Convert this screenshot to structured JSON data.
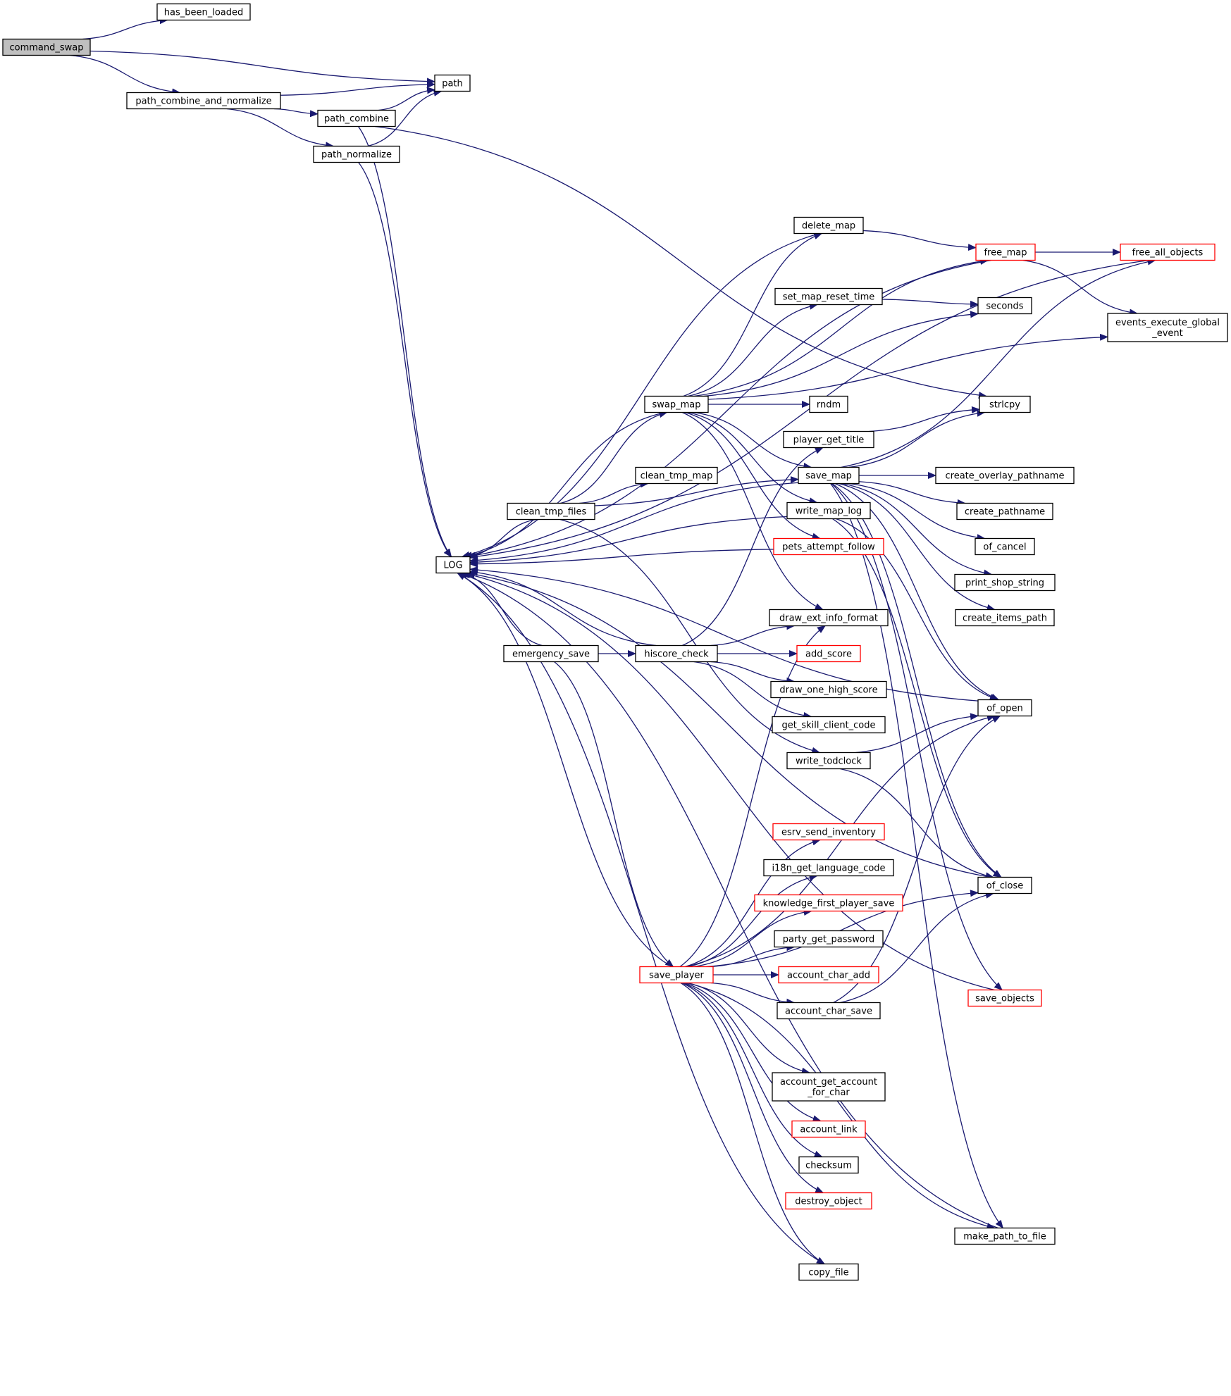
{
  "diagram": {
    "nodes": [
      {
        "id": "command_swap",
        "label": "command_swap",
        "style": "root"
      },
      {
        "id": "has_been_loaded",
        "label": "has_been_loaded",
        "style": "normal"
      },
      {
        "id": "path",
        "label": "path",
        "style": "normal"
      },
      {
        "id": "path_combine_and_normalize",
        "label": "path_combine_and_normalize",
        "style": "normal"
      },
      {
        "id": "path_combine",
        "label": "path_combine",
        "style": "normal"
      },
      {
        "id": "path_normalize",
        "label": "path_normalize",
        "style": "normal"
      },
      {
        "id": "LOG",
        "label": "LOG",
        "style": "normal"
      },
      {
        "id": "strlcpy",
        "label": "strlcpy",
        "style": "normal"
      },
      {
        "id": "delete_map",
        "label": "delete_map",
        "style": "normal"
      },
      {
        "id": "free_map",
        "label": "free_map",
        "style": "red"
      },
      {
        "id": "free_all_objects",
        "label": "free_all_objects",
        "style": "red"
      },
      {
        "id": "set_map_reset_time",
        "label": "set_map_reset_time",
        "style": "normal"
      },
      {
        "id": "seconds",
        "label": "seconds",
        "style": "normal"
      },
      {
        "id": "events_execute_global_event",
        "label": "events_execute_global\n_event",
        "style": "normal"
      },
      {
        "id": "swap_map",
        "label": "swap_map",
        "style": "normal"
      },
      {
        "id": "rndm",
        "label": "rndm",
        "style": "normal"
      },
      {
        "id": "player_get_title",
        "label": "player_get_title",
        "style": "normal"
      },
      {
        "id": "clean_tmp_map",
        "label": "clean_tmp_map",
        "style": "normal"
      },
      {
        "id": "save_map",
        "label": "save_map",
        "style": "normal"
      },
      {
        "id": "create_overlay_pathname",
        "label": "create_overlay_pathname",
        "style": "normal"
      },
      {
        "id": "clean_tmp_files",
        "label": "clean_tmp_files",
        "style": "normal"
      },
      {
        "id": "write_map_log",
        "label": "write_map_log",
        "style": "normal"
      },
      {
        "id": "create_pathname",
        "label": "create_pathname",
        "style": "normal"
      },
      {
        "id": "pets_attempt_follow",
        "label": "pets_attempt_follow",
        "style": "red"
      },
      {
        "id": "of_cancel",
        "label": "of_cancel",
        "style": "normal"
      },
      {
        "id": "print_shop_string",
        "label": "print_shop_string",
        "style": "normal"
      },
      {
        "id": "draw_ext_info_format",
        "label": "draw_ext_info_format",
        "style": "normal"
      },
      {
        "id": "create_items_path",
        "label": "create_items_path",
        "style": "normal"
      },
      {
        "id": "emergency_save",
        "label": "emergency_save",
        "style": "normal"
      },
      {
        "id": "hiscore_check",
        "label": "hiscore_check",
        "style": "normal"
      },
      {
        "id": "add_score",
        "label": "add_score",
        "style": "red"
      },
      {
        "id": "draw_one_high_score",
        "label": "draw_one_high_score",
        "style": "normal"
      },
      {
        "id": "of_open",
        "label": "of_open",
        "style": "normal"
      },
      {
        "id": "get_skill_client_code",
        "label": "get_skill_client_code",
        "style": "normal"
      },
      {
        "id": "write_todclock",
        "label": "write_todclock",
        "style": "normal"
      },
      {
        "id": "esrv_send_inventory",
        "label": "esrv_send_inventory",
        "style": "red"
      },
      {
        "id": "i18n_get_language_code",
        "label": "i18n_get_language_code",
        "style": "normal"
      },
      {
        "id": "of_close",
        "label": "of_close",
        "style": "normal"
      },
      {
        "id": "knowledge_first_player_save",
        "label": "knowledge_first_player_save",
        "style": "red"
      },
      {
        "id": "party_get_password",
        "label": "party_get_password",
        "style": "normal"
      },
      {
        "id": "save_player",
        "label": "save_player",
        "style": "red"
      },
      {
        "id": "account_char_add",
        "label": "account_char_add",
        "style": "red"
      },
      {
        "id": "save_objects",
        "label": "save_objects",
        "style": "red"
      },
      {
        "id": "account_char_save",
        "label": "account_char_save",
        "style": "normal"
      },
      {
        "id": "account_get_account_for_char",
        "label": "account_get_account\n_for_char",
        "style": "normal"
      },
      {
        "id": "account_link",
        "label": "account_link",
        "style": "red"
      },
      {
        "id": "checksum",
        "label": "checksum",
        "style": "normal"
      },
      {
        "id": "destroy_object",
        "label": "destroy_object",
        "style": "red"
      },
      {
        "id": "make_path_to_file",
        "label": "make_path_to_file",
        "style": "normal"
      },
      {
        "id": "copy_file",
        "label": "copy_file",
        "style": "normal"
      }
    ],
    "edges": [
      {
        "from": "command_swap",
        "to": "has_been_loaded"
      },
      {
        "from": "command_swap",
        "to": "path"
      },
      {
        "from": "command_swap",
        "to": "path_combine_and_normalize"
      },
      {
        "from": "path_combine_and_normalize",
        "to": "path"
      },
      {
        "from": "path_combine_and_normalize",
        "to": "path_combine"
      },
      {
        "from": "path_combine_and_normalize",
        "to": "path_normalize"
      },
      {
        "from": "path_combine",
        "to": "path"
      },
      {
        "from": "path_combine",
        "to": "LOG"
      },
      {
        "from": "path_combine",
        "to": "strlcpy"
      },
      {
        "from": "path_normalize",
        "to": "path"
      },
      {
        "from": "path_normalize",
        "to": "LOG"
      },
      {
        "from": "clean_tmp_files",
        "to": "LOG"
      },
      {
        "from": "clean_tmp_files",
        "to": "swap_map"
      },
      {
        "from": "clean_tmp_files",
        "to": "clean_tmp_map"
      },
      {
        "from": "clean_tmp_files",
        "to": "save_map"
      },
      {
        "from": "clean_tmp_files",
        "to": "write_todclock"
      },
      {
        "from": "swap_map",
        "to": "LOG"
      },
      {
        "from": "swap_map",
        "to": "delete_map"
      },
      {
        "from": "swap_map",
        "to": "free_map"
      },
      {
        "from": "swap_map",
        "to": "set_map_reset_time"
      },
      {
        "from": "swap_map",
        "to": "seconds"
      },
      {
        "from": "swap_map",
        "to": "events_execute_global_event"
      },
      {
        "from": "swap_map",
        "to": "rndm"
      },
      {
        "from": "swap_map",
        "to": "save_map"
      },
      {
        "from": "swap_map",
        "to": "write_map_log"
      },
      {
        "from": "swap_map",
        "to": "pets_attempt_follow"
      },
      {
        "from": "swap_map",
        "to": "draw_ext_info_format"
      },
      {
        "from": "delete_map",
        "to": "LOG"
      },
      {
        "from": "delete_map",
        "to": "free_map"
      },
      {
        "from": "free_map",
        "to": "LOG"
      },
      {
        "from": "free_map",
        "to": "free_all_objects"
      },
      {
        "from": "free_map",
        "to": "events_execute_global_event"
      },
      {
        "from": "free_all_objects",
        "to": "LOG"
      },
      {
        "from": "set_map_reset_time",
        "to": "seconds"
      },
      {
        "from": "player_get_title",
        "to": "strlcpy"
      },
      {
        "from": "save_map",
        "to": "LOG"
      },
      {
        "from": "save_map",
        "to": "strlcpy"
      },
      {
        "from": "save_map",
        "to": "free_all_objects"
      },
      {
        "from": "save_map",
        "to": "create_overlay_pathname"
      },
      {
        "from": "save_map",
        "to": "create_pathname"
      },
      {
        "from": "save_map",
        "to": "of_cancel"
      },
      {
        "from": "save_map",
        "to": "print_shop_string"
      },
      {
        "from": "save_map",
        "to": "create_items_path"
      },
      {
        "from": "save_map",
        "to": "of_open"
      },
      {
        "from": "save_map",
        "to": "of_close"
      },
      {
        "from": "save_map",
        "to": "save_objects"
      },
      {
        "from": "save_map",
        "to": "make_path_to_file"
      },
      {
        "from": "write_map_log",
        "to": "LOG"
      },
      {
        "from": "write_map_log",
        "to": "of_open"
      },
      {
        "from": "write_map_log",
        "to": "of_close"
      },
      {
        "from": "pets_attempt_follow",
        "to": "LOG"
      },
      {
        "from": "emergency_save",
        "to": "LOG"
      },
      {
        "from": "emergency_save",
        "to": "hiscore_check"
      },
      {
        "from": "emergency_save",
        "to": "save_player"
      },
      {
        "from": "hiscore_check",
        "to": "LOG"
      },
      {
        "from": "hiscore_check",
        "to": "player_get_title"
      },
      {
        "from": "hiscore_check",
        "to": "draw_ext_info_format"
      },
      {
        "from": "hiscore_check",
        "to": "add_score"
      },
      {
        "from": "hiscore_check",
        "to": "draw_one_high_score"
      },
      {
        "from": "hiscore_check",
        "to": "get_skill_client_code"
      },
      {
        "from": "write_todclock",
        "to": "of_open"
      },
      {
        "from": "write_todclock",
        "to": "of_close"
      },
      {
        "from": "save_player",
        "to": "LOG"
      },
      {
        "from": "save_player",
        "to": "draw_ext_info_format"
      },
      {
        "from": "save_player",
        "to": "of_open"
      },
      {
        "from": "save_player",
        "to": "esrv_send_inventory"
      },
      {
        "from": "save_player",
        "to": "i18n_get_language_code"
      },
      {
        "from": "save_player",
        "to": "knowledge_first_player_save"
      },
      {
        "from": "save_player",
        "to": "party_get_password"
      },
      {
        "from": "save_player",
        "to": "account_char_add"
      },
      {
        "from": "save_player",
        "to": "account_char_save"
      },
      {
        "from": "save_player",
        "to": "of_close"
      },
      {
        "from": "save_player",
        "to": "account_get_account_for_char"
      },
      {
        "from": "save_player",
        "to": "account_link"
      },
      {
        "from": "save_player",
        "to": "checksum"
      },
      {
        "from": "save_player",
        "to": "destroy_object"
      },
      {
        "from": "save_player",
        "to": "make_path_to_file"
      },
      {
        "from": "save_player",
        "to": "copy_file"
      },
      {
        "from": "account_char_save",
        "to": "of_open"
      },
      {
        "from": "account_char_save",
        "to": "of_close"
      },
      {
        "from": "save_objects",
        "to": "LOG"
      },
      {
        "from": "make_path_to_file",
        "to": "LOG"
      },
      {
        "from": "copy_file",
        "to": "LOG"
      },
      {
        "from": "of_open",
        "to": "LOG"
      },
      {
        "from": "of_close",
        "to": "LOG"
      }
    ]
  }
}
